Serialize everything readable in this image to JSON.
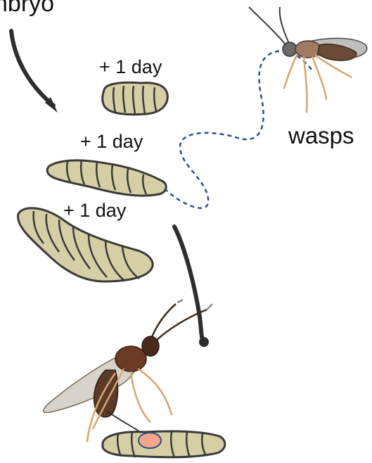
{
  "labels": {
    "embryo": "nbryo",
    "day1": "+ 1 day",
    "day2": "+ 1 day",
    "day3": "+ 1 day",
    "wasps": "wasps"
  },
  "colors": {
    "arrow": "#2e2e2e",
    "larva_fill": "#d6cfa6",
    "larva_outline": "#3a3a38",
    "dashed_path": "#2f4f8a",
    "wasp_body": "#6b3b24",
    "wasp_legs": "#d9a46a",
    "egg": "#f4a58a"
  },
  "icons": {
    "adult_wasp": "wasp-icon",
    "ovipositing_wasp": "parasitoid-wasp-icon",
    "larva": "larva-icon",
    "egg": "egg-icon"
  }
}
